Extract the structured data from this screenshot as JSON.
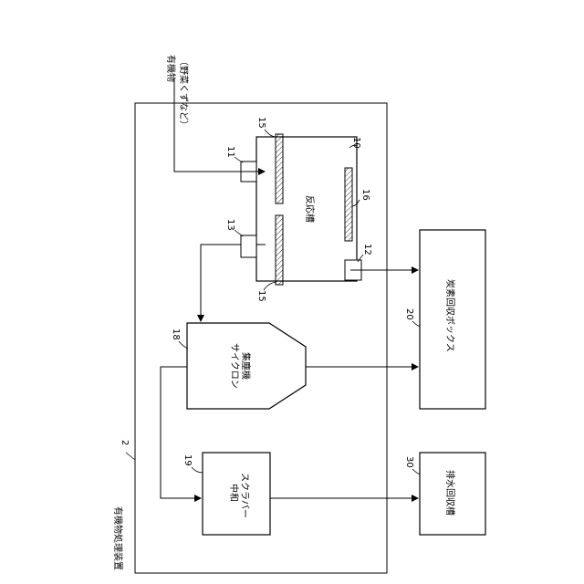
{
  "input": {
    "line1": "有機物",
    "line2": "（野菜くずなど）"
  },
  "apparatus": {
    "ref": "2",
    "label": "有機物処理装置"
  },
  "reactor": {
    "ref": "10",
    "label": "反応槽"
  },
  "plate_ref": "15",
  "heater_ref": "16",
  "inlet_ref": "11",
  "outlet_ref": "12",
  "exhaust_ref": "13",
  "cyclone": {
    "ref": "18",
    "label_line1": "サイクロン",
    "label_line2": "集塵機"
  },
  "scrubber": {
    "ref": "19",
    "label_line1": "中和",
    "label_line2": "スクラバー"
  },
  "carbide_box": {
    "ref": "20",
    "label": "炭素回収ボックス"
  },
  "drain_tank": {
    "ref": "30",
    "label": "排水回収槽"
  }
}
